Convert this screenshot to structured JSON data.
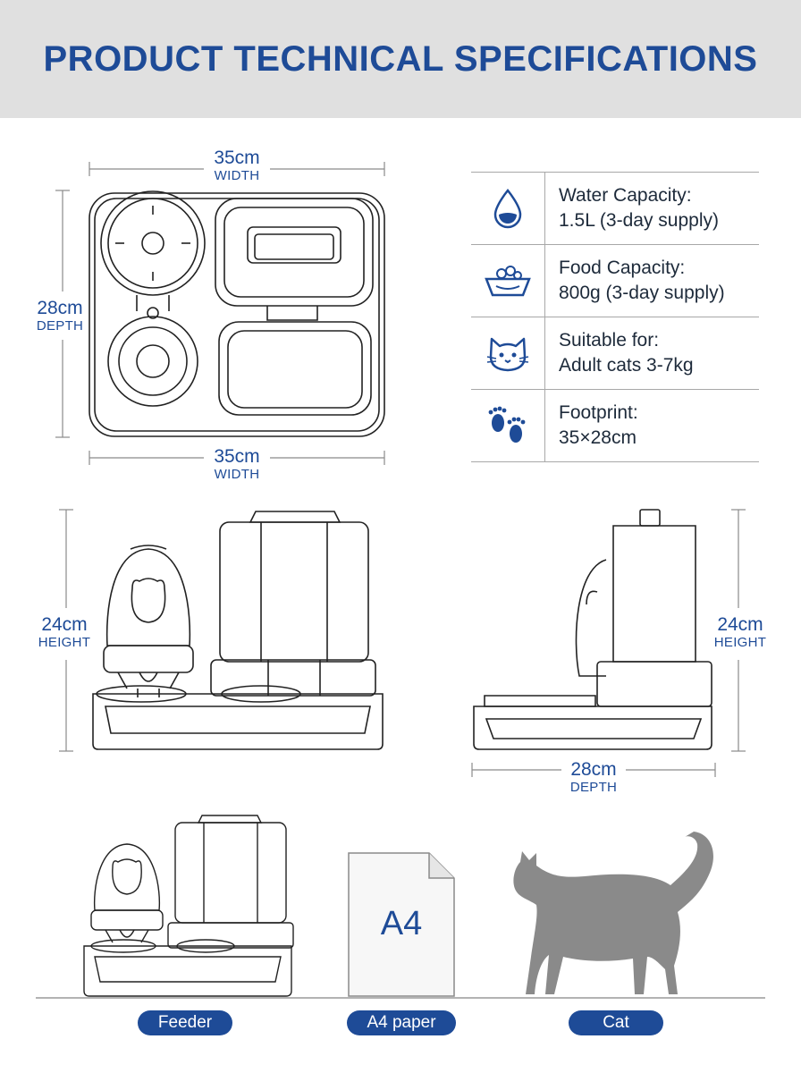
{
  "header": {
    "title": "PRODUCT TECHNICAL SPECIFICATIONS"
  },
  "dimensions": {
    "top_width": {
      "value": "35cm",
      "unit": "WIDTH"
    },
    "top_depth": {
      "value": "28cm",
      "unit": "DEPTH"
    },
    "bottom_width": {
      "value": "35cm",
      "unit": "WIDTH"
    },
    "front_height": {
      "value": "24cm",
      "unit": "HEIGHT"
    },
    "side_height": {
      "value": "24cm",
      "unit": "HEIGHT"
    },
    "side_depth": {
      "value": "28cm",
      "unit": "DEPTH"
    }
  },
  "specs": [
    {
      "icon": "water-drop-icon",
      "label": "Water Capacity:",
      "value": "1.5L (3-day supply)"
    },
    {
      "icon": "food-bowl-icon",
      "label": "Food Capacity:",
      "value": "800g (3-day supply)"
    },
    {
      "icon": "cat-face-icon",
      "label": "Suitable for:",
      "value": "Adult cats 3-7kg"
    },
    {
      "icon": "paw-prints-icon",
      "label": "Footprint:",
      "value": "35×28cm"
    }
  ],
  "comparison": {
    "a4_sheet_text": "A4",
    "labels": {
      "feeder": "Feeder",
      "a4": "A4 paper",
      "cat": "Cat"
    }
  },
  "colors": {
    "accent": "#1e4b97",
    "header_bg": "#e0e0e0",
    "line": "#222222",
    "cat": "#8a8a8a"
  }
}
